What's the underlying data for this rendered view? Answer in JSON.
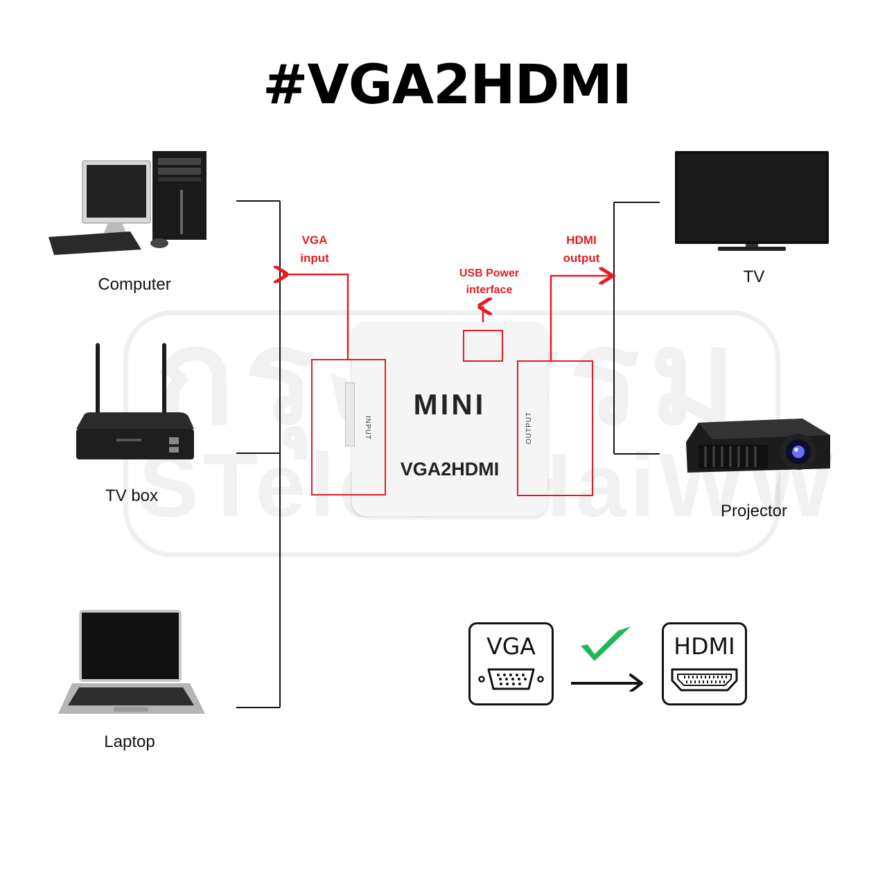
{
  "title": "#VGA2HDMI",
  "watermark": {
    "line1": "กรุงธรรม",
    "line2": "STelecTHaiWW"
  },
  "sources": [
    {
      "name": "computer",
      "label": "Computer"
    },
    {
      "name": "tv-box",
      "label": "TV box"
    },
    {
      "name": "laptop",
      "label": "Laptop"
    }
  ],
  "outputs": [
    {
      "name": "tv",
      "label": "TV"
    },
    {
      "name": "projector",
      "label": "Projector"
    }
  ],
  "callouts": {
    "vga_input": [
      "VGA",
      "input"
    ],
    "usb_power": [
      "USB Power",
      "interface"
    ],
    "hdmi_output": [
      "HDMI",
      "output"
    ]
  },
  "converter": {
    "brand": "MINI",
    "model": "VGA2HDMI",
    "input_port": "INPUT",
    "output_port": "OUTPUT"
  },
  "conversion": {
    "from": "VGA",
    "to": "HDMI"
  },
  "colors": {
    "callout_red": "#e51b23",
    "check_green": "#1db954",
    "line": "#111111"
  },
  "icons": [
    "computer-icon",
    "router-icon",
    "laptop-icon",
    "tv-icon",
    "projector-icon",
    "vga-port-icon",
    "hdmi-port-icon",
    "checkmark-icon",
    "arrow-right-icon"
  ]
}
